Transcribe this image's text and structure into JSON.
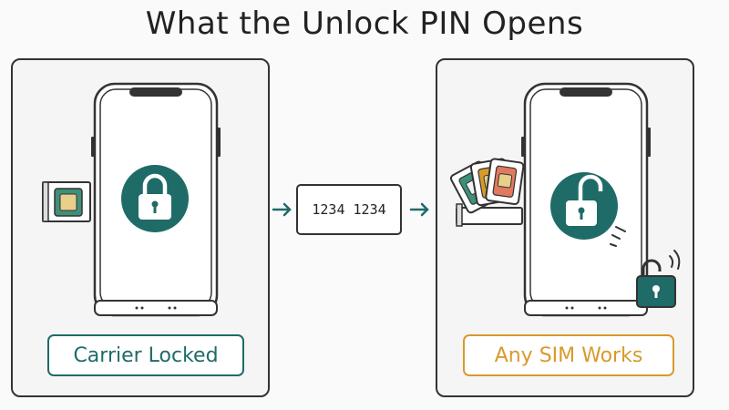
{
  "title": "What the Unlock PIN Opens",
  "left_panel": {
    "label": "Carrier Locked",
    "icon": "locked-padlock-icon",
    "sim": "single-sim-tray"
  },
  "middle": {
    "code": "1234 1234"
  },
  "right_panel": {
    "label": "Any SIM Works",
    "icon": "unlocked-padlock-icon",
    "sim": "multiple-sim-cards"
  },
  "colors": {
    "teal": "#1f6b68",
    "amber": "#d89a2b",
    "coral": "#e07a5f",
    "sim_green": "#3f8f7a",
    "outline": "#333333"
  }
}
